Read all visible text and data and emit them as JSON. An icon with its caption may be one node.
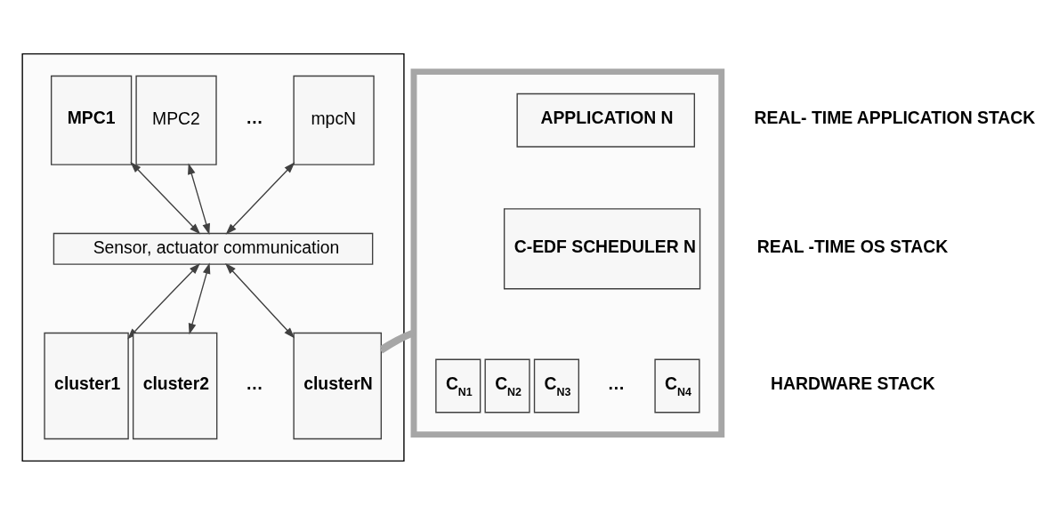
{
  "diagram": {
    "nodes": [
      {
        "text": [],
        "shape": "box"
      },
      {
        "text": [
          "MPC1"
        ],
        "in": 0
      },
      {
        "text": [
          "MPC2"
        ],
        "in": 0
      },
      {
        "text": [
          "mpcN"
        ],
        "in": 0
      },
      {
        "text": [
          "Sensor, actuator communication"
        ],
        "in": 0
      },
      {
        "text": [
          "cluster1"
        ],
        "in": 0
      },
      {
        "text": [
          "cluster2"
        ],
        "in": 0
      },
      {
        "text": [
          "clusterN"
        ],
        "in": 0
      },
      {
        "text": [],
        "shape": "box"
      },
      {
        "text": [
          "APPLICATION N"
        ],
        "in": 8
      },
      {
        "text": [
          "C-EDF SCHEDULER N"
        ],
        "in": 8
      },
      {
        "text": [
          "C$_{N1}$"
        ],
        "in": 8
      },
      {
        "text": [
          "C$_{N2}$"
        ],
        "in": 8
      },
      {
        "text": [
          "C$_{N3}$"
        ],
        "in": 8
      },
      {
        "text": [
          "C$_{N4}$"
        ],
        "in": 8
      }
    ],
    "edges": [
      {
        "from": 1,
        "to": 4,
        "arrow": "both"
      },
      {
        "from": 2,
        "to": 4,
        "arrow": "both"
      },
      {
        "from": 3,
        "to": 4,
        "arrow": "both"
      },
      {
        "from": 4,
        "to": 5,
        "arrow": "both"
      },
      {
        "from": 4,
        "to": 6,
        "arrow": "both"
      },
      {
        "from": 4,
        "to": 7,
        "arrow": "both"
      },
      {
        "from": 7,
        "to": 8,
        "arrow": "none",
        "style": "thick",
        "color": "#a6a6a6"
      },
      {
        "from": 7,
        "to": 8,
        "arrow": "none",
        "style": "thick",
        "color": "#a6a6a6"
      }
    ],
    "labels": [
      "…",
      "…",
      "…",
      "REAL- TIME APPLICATION STACK",
      "REAL -TIME OS STACK",
      "HARDWARE STACK"
    ]
  }
}
